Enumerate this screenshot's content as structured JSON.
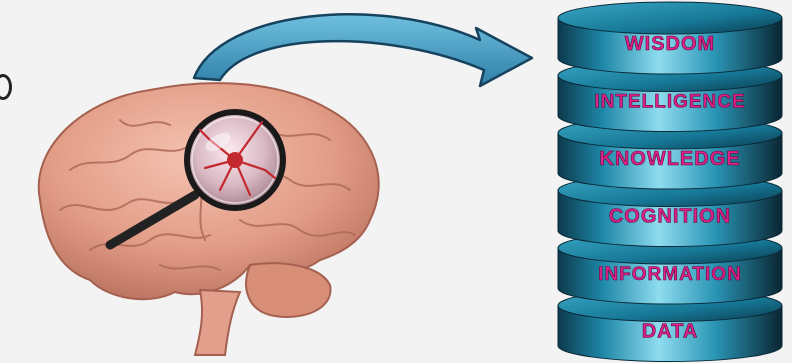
{
  "layers": [
    {
      "label": "WISDOM"
    },
    {
      "label": "INTELLIGENCE"
    },
    {
      "label": "KNOWLEDGE"
    },
    {
      "label": "COGNITION"
    },
    {
      "label": "INFORMATION"
    },
    {
      "label": "DATA"
    }
  ],
  "colors": {
    "background": "#f3f3f3",
    "disk_dark": "#0b2f3f",
    "disk_mid": "#1d7f9e",
    "disk_light": "#7fd6ec",
    "label": "#e0218a",
    "brain": "#e6a48f",
    "arrow_fill": "#3a8fb7"
  },
  "icons": {
    "brain": "brain-icon",
    "magnifier": "magnifying-glass-icon",
    "neuron": "neuron-icon",
    "arrow": "curved-arrow-icon"
  }
}
